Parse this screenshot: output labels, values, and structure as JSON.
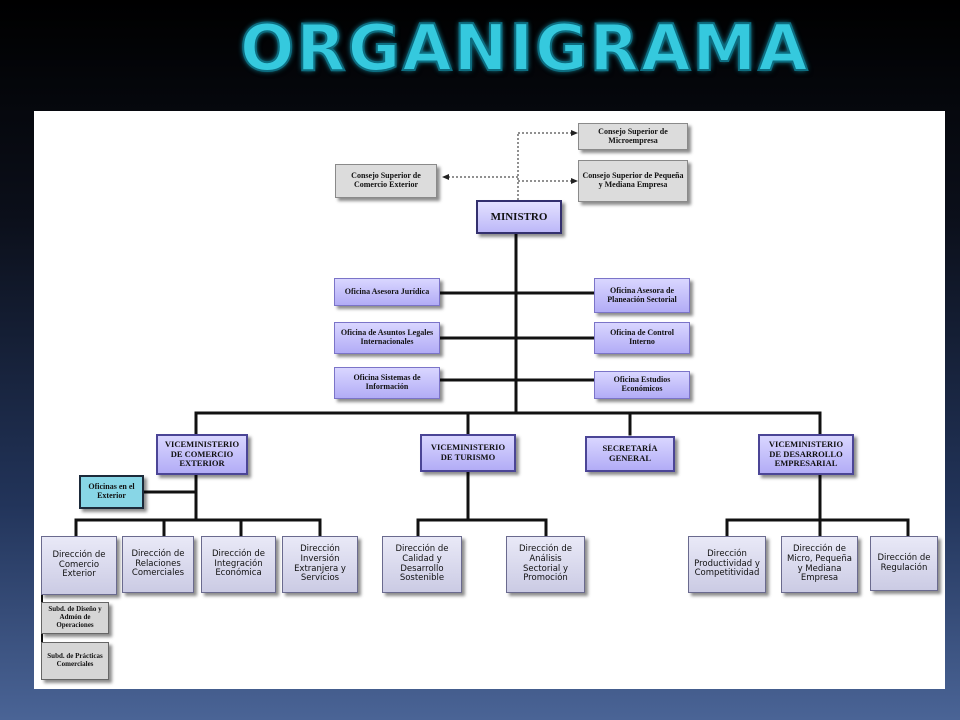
{
  "title": "ORGANIGRAMA",
  "nodes": {
    "consejo_micro": "Consejo Superior de Microempresa",
    "consejo_pyme": "Consejo Superior de Pequeña y Mediana Empresa",
    "consejo_comercio": "Consejo Superior de Comercio Exterior",
    "ministro": "MINISTRO",
    "oficina_juridica": "Oficina Asesora Jurídica",
    "oficina_planeacion": "Oficina Asesora de Planeación Sectorial",
    "oficina_asuntos_legales": "Oficina de Asuntos Legales Internacionales",
    "oficina_control": "Oficina de Control Interno",
    "oficina_sistemas": "Oficina Sistemas de Información",
    "oficina_estudios": "Oficina Estudios Económicos",
    "vice_comercio": "VICEMINISTERIO DE COMERCIO EXTERIOR",
    "vice_turismo": "VICEMINISTERIO DE TURISMO",
    "secretaria": "SECRETARÍA GENERAL",
    "vice_desarrollo": "VICEMINISTERIO DE DESARROLLO EMPRESARIAL",
    "oficinas_exterior": "Oficinas en el Exterior",
    "dir_comercio_exterior": "Dirección de Comercio Exterior",
    "dir_relaciones": "Dirección de Relaciones Comerciales",
    "dir_integracion": "Dirección de Integración Económica",
    "dir_inversion": "Dirección Inversión Extranjera y Servicios",
    "dir_calidad": "Dirección de Calidad y Desarrollo Sostenible",
    "dir_analisis": "Dirección de Análisis Sectorial y Promoción",
    "dir_productividad": "Dirección Productividad y Competitividad",
    "dir_mipyme": "Dirección de Micro, Pequeña y Mediana Empresa",
    "dir_regulacion": "Dirección de Regulación",
    "subd_diseno": "Subd. de Diseño y Admón de Operaciones",
    "subd_practicas": "Subd. de Prácticas Comerciales"
  }
}
